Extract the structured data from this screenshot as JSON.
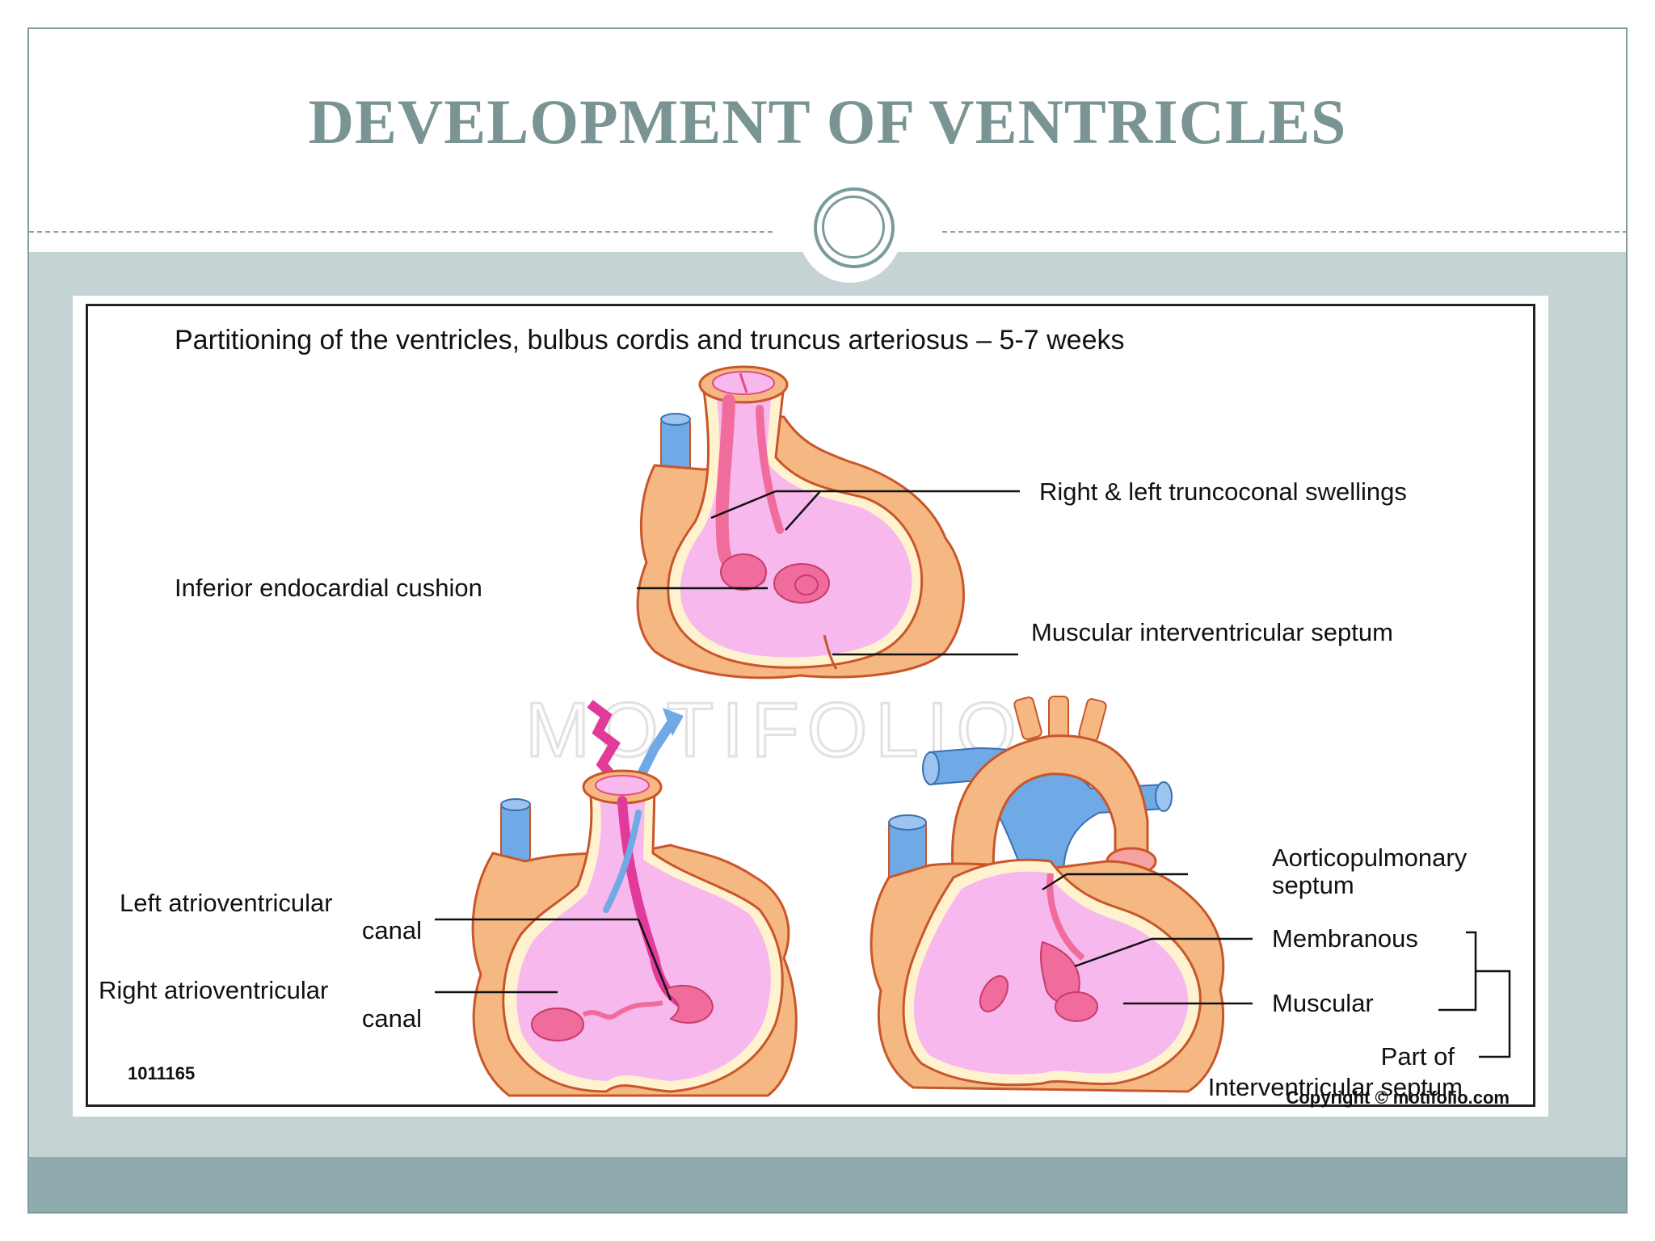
{
  "slide": {
    "title": "DEVELOPMENT OF VENTRICLES"
  },
  "figure": {
    "heading": "Partitioning of the ventricles, bulbus cordis and truncus arteriosus – 5-7 weeks",
    "watermark": "MOTIFOLIO",
    "id_number": "1011165",
    "copyright": "Copyright © motifolio.com",
    "labels": {
      "truncoconal": "Right & left truncoconal swellings",
      "inferior_cushion": "Inferior endocardial cushion",
      "muscular_ivs": "Muscular interventricular septum",
      "left_av_line1": "Left atrioventricular",
      "left_av_line2": "canal",
      "right_av_line1": "Right atrioventricular",
      "right_av_line2": "canal",
      "aorticopulmonary_line1": "Aorticopulmonary",
      "aorticopulmonary_line2": "septum",
      "membranous": "Membranous",
      "muscular": "Muscular",
      "part_of_line1": "Part of",
      "part_of_line2": "Interventricular septum"
    },
    "colors": {
      "myocardium": "#f5b883",
      "cavity": "#f7b8ee",
      "endocardium": "#fff2cf",
      "cushion": "#f06c9c",
      "vessel": "#6fa9e6"
    }
  }
}
